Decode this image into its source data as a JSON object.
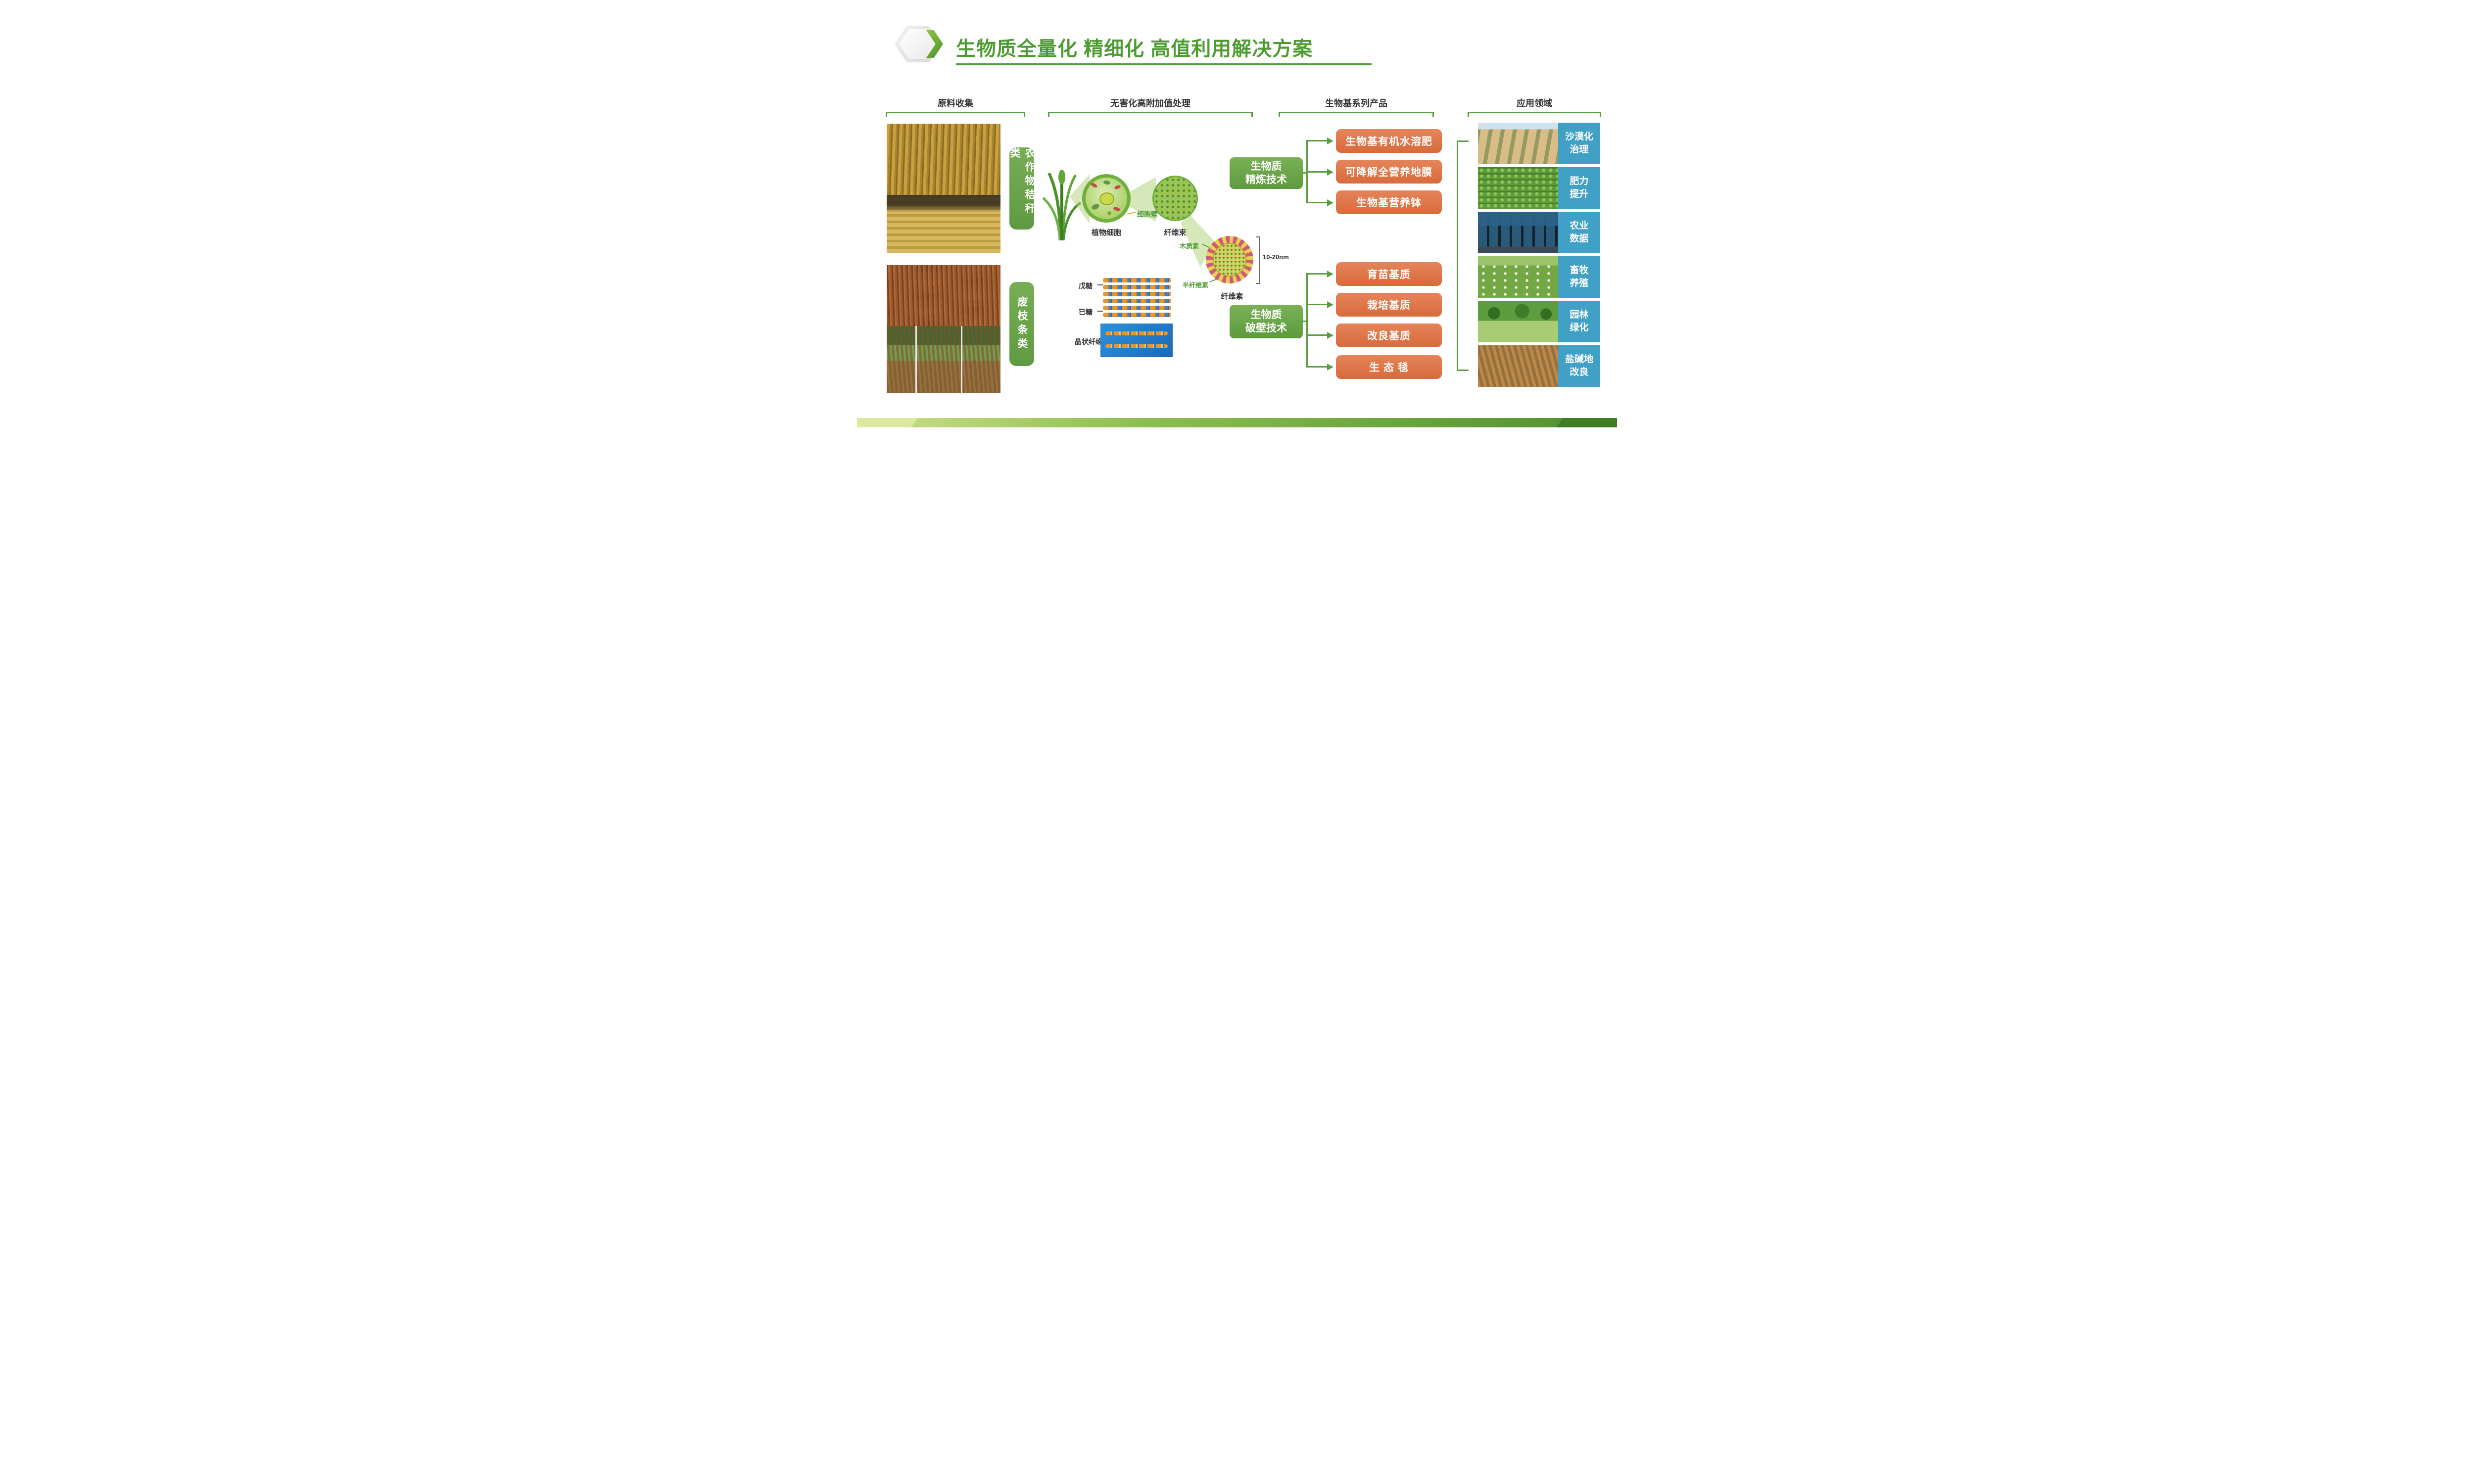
{
  "title": "生物质全量化 精细化 高值利用解决方案",
  "collection": {
    "header": "原料收集",
    "category_straw": "农作物秸秆类",
    "category_branch": "废枝条类",
    "photos": [
      "crop-straw-field",
      "straw-bales",
      "red-waste-branches",
      "orchard-pruned-branches"
    ]
  },
  "processing": {
    "header": "无害化高附加值处理",
    "labels": {
      "plant_cell": "植物细胞",
      "cell_wall": "细胞壁",
      "fiber_bundle": "纤维束",
      "lignin": "木质素",
      "hemicellulose": "半纤维素",
      "cellulose": "纤维素",
      "scale": "10-20nm",
      "pentose": "戊糖",
      "hexose": "已糖",
      "crystalline_cellulose": "晶状纤维素"
    }
  },
  "products": {
    "header": "生物基系列产品",
    "refining_tech": "生物质\n精炼技术",
    "refining_items": [
      "生物基有机水溶肥",
      "可降解全营养地膜",
      "生物基营养钵"
    ],
    "breaking_tech": "生物质\n破壁技术",
    "breaking_items": [
      "育苗基质",
      "栽培基质",
      "改良基质",
      "生 态 毯"
    ]
  },
  "applications": {
    "header": "应用领域",
    "items": [
      {
        "label": "沙漠化\n治理",
        "image": "desertification-control"
      },
      {
        "label": "肥力\n提升",
        "image": "vegetable-field"
      },
      {
        "label": "农业\n数据",
        "image": "agriculture-data-room"
      },
      {
        "label": "畜牧\n养殖",
        "image": "sheep-pasture"
      },
      {
        "label": "园林\n绿化",
        "image": "park-greening"
      },
      {
        "label": "盐碱地\n改良",
        "image": "saline-soil-field"
      }
    ]
  },
  "colors": {
    "title_green": "#4e9b33",
    "box_green": "#6ca64d",
    "box_orange": "#df764b",
    "label_blue": "#41a0c6",
    "line_green": "#5a9e3f"
  }
}
